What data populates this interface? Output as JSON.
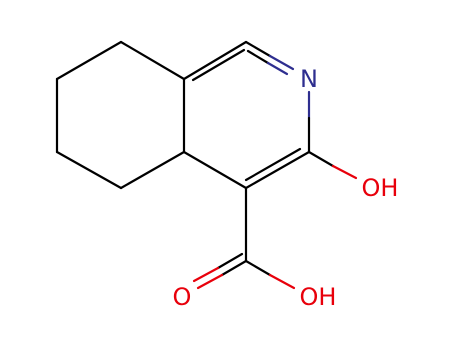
{
  "molecule": {
    "atoms": [
      {
        "id": "n2",
        "label": "N",
        "color": "#2e2e8f"
      },
      {
        "id": "o_hydroxy",
        "label": "OH",
        "color": "#e8000b"
      },
      {
        "id": "o_carbonyl",
        "label": "O",
        "color": "#e8000b"
      },
      {
        "id": "o_acid",
        "label": "OH",
        "color": "#e8000b"
      }
    ],
    "bond_color": "#000000"
  }
}
